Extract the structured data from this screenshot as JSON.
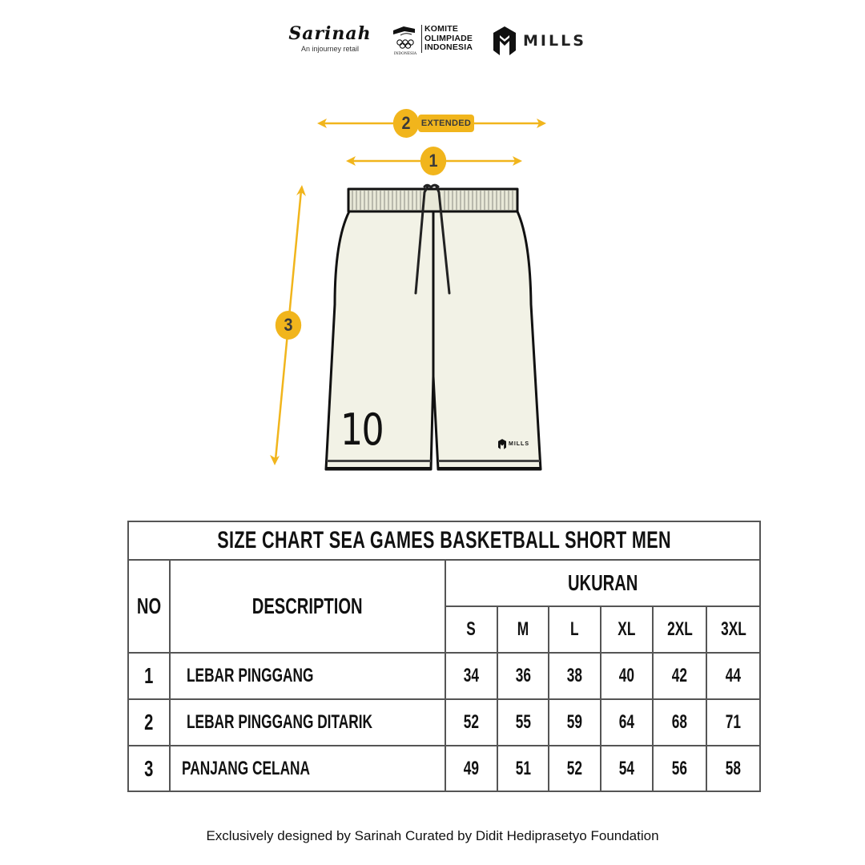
{
  "logos": {
    "sarinah": {
      "name": "Sarinah",
      "tagline": "An injourney retail"
    },
    "koi": {
      "lines": [
        "KOMITE",
        "OLIMPIADE",
        "INDONESIA"
      ],
      "small_label": "INDONESIA"
    },
    "mills": {
      "name": "MILLS"
    }
  },
  "diagram": {
    "accent_color": "#f1b51c",
    "garment_color": "#f2f2e6",
    "measurements": [
      {
        "number": "1",
        "label": ""
      },
      {
        "number": "2",
        "label": "EXTENDED"
      },
      {
        "number": "3",
        "label": ""
      }
    ],
    "jersey_number": "10",
    "garment_brand": "MILLS"
  },
  "size_chart": {
    "title": "SIZE CHART SEA GAMES BASKETBALL SHORT MEN",
    "headers": {
      "no": "NO",
      "description": "DESCRIPTION",
      "ukuran": "UKURAN"
    },
    "sizes": [
      "S",
      "M",
      "L",
      "XL",
      "2XL",
      "3XL"
    ],
    "rows": [
      {
        "no": "1",
        "description": "LEBAR PINGGANG",
        "values": [
          "34",
          "36",
          "38",
          "40",
          "42",
          "44"
        ]
      },
      {
        "no": "2",
        "description": "LEBAR PINGGANG DITARIK",
        "values": [
          "52",
          "55",
          "59",
          "64",
          "68",
          "71"
        ]
      },
      {
        "no": "3",
        "description": "PANJANG CELANA",
        "values": [
          "49",
          "51",
          "52",
          "54",
          "56",
          "58"
        ]
      }
    ]
  },
  "footer": {
    "text": "Exclusively designed by Sarinah Curated by Didit Hediprasetyo Foundation"
  }
}
